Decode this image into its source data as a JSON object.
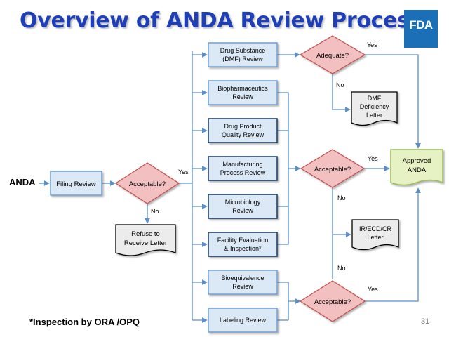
{
  "header": {
    "title": "Overview of ANDA Review Process",
    "logo_text": "FDA"
  },
  "start_label": "ANDA",
  "footnote": "*Inspection by ORA /OPQ",
  "page_number": "31",
  "process": {
    "filing_review": "Filing Review",
    "acceptable_1": "Acceptable?",
    "yes_1": "Yes",
    "no_1": "No",
    "refuse": [
      "Refuse to",
      "Receive Letter"
    ],
    "reviews": [
      [
        "Drug Substance",
        "(DMF) Review"
      ],
      [
        "Biopharmaceutics",
        "Review"
      ],
      [
        "Drug Product",
        "Quality Review"
      ],
      [
        "Manufacturing",
        "Process Review"
      ],
      [
        "Microbiology",
        "Review"
      ],
      [
        "Facility Evaluation",
        "& Inspection*"
      ],
      [
        "Bioequivalence",
        "Review"
      ],
      [
        "Labeling Review"
      ]
    ],
    "adequate": "Adequate?",
    "adequate_yes": "Yes",
    "adequate_no": "No",
    "dmf_letter": [
      "DMF",
      "Deficiency",
      "Letter"
    ],
    "acceptable_2": "Acceptable?",
    "acceptable_2_yes": "Yes",
    "acceptable_2_no": "No",
    "ir_letter": [
      "IR/ECD/CR",
      "Letter"
    ],
    "acceptable_3": "Acceptable?",
    "acceptable_3_yes": "Yes",
    "approved": [
      "Approved",
      "ANDA"
    ]
  },
  "colors": {
    "title": "#1f3fb8",
    "box_fill": "#dbe8f6",
    "box_border_light": "#6f9fd0",
    "box_border_dark": "#17375e",
    "diamond_fill": "#f2c0c1",
    "diamond_border": "#c0504d",
    "letter_fill": "#ececec",
    "approved_fill": "#e7f2c4",
    "approved_border": "#9bbb59",
    "arrow": "#5b8fc9"
  }
}
